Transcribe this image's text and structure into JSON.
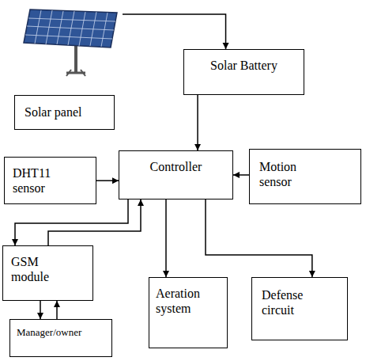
{
  "diagram": {
    "nodes": [
      {
        "text": [
          "Solar panel"
        ]
      },
      {
        "text": [
          "Solar Battery"
        ]
      },
      {
        "text": [
          "Controller"
        ]
      },
      {
        "text": [
          "DHT11 sensor"
        ]
      },
      {
        "text": [
          "Motion sensor"
        ]
      },
      {
        "text": [
          "GSM module"
        ]
      },
      {
        "text": [
          "Aeration system"
        ]
      },
      {
        "text": [
          "Defense circuit"
        ]
      },
      {
        "text": [
          "Manager/owner"
        ]
      }
    ],
    "edges": [
      {
        "from": 0,
        "to": 1,
        "arrow": "to"
      },
      {
        "from": 1,
        "to": 2,
        "arrow": "to"
      },
      {
        "from": 3,
        "to": 2,
        "arrow": "to"
      },
      {
        "from": 4,
        "to": 2,
        "arrow": "to"
      },
      {
        "from": 2,
        "to": 5,
        "arrow": "to"
      },
      {
        "from": 5,
        "to": 2,
        "arrow": "to"
      },
      {
        "from": 2,
        "to": 6,
        "arrow": "to"
      },
      {
        "from": 2,
        "to": 7,
        "arrow": "to"
      },
      {
        "from": 5,
        "to": 8,
        "arrow": "to"
      },
      {
        "from": 8,
        "to": 5,
        "arrow": "to"
      }
    ]
  }
}
